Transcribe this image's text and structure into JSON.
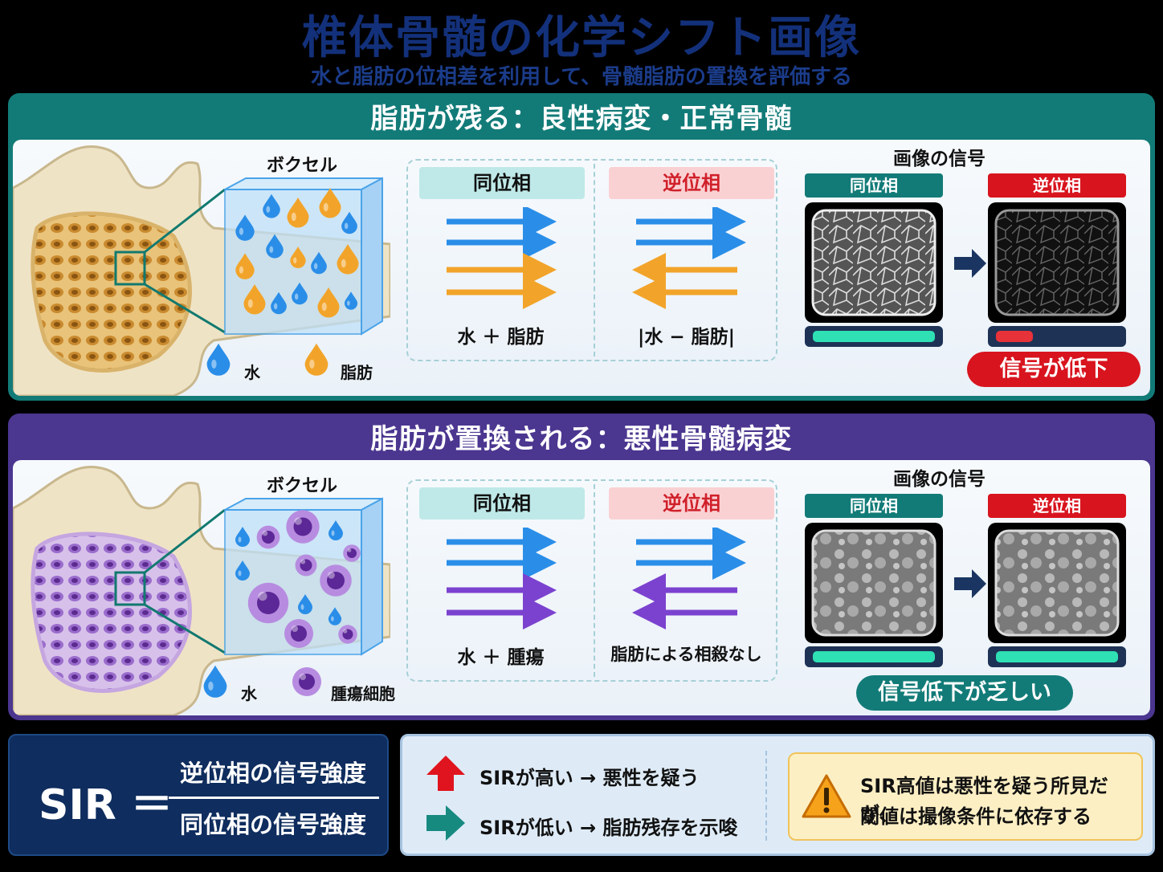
{
  "title": "椎体骨髄の化学シフト画像",
  "subtitle": "水と脂肪の位相差を利用して、骨髄脂肪の置換を評価する",
  "panels": [
    {
      "header": "脂肪が残る：良性病変・正常骨髄",
      "voxel_label": "ボクセル",
      "legend": [
        "水",
        "脂肪"
      ],
      "in_phase_label": "同位相",
      "opposed_phase_label": "逆位相",
      "in_phase_formula": "水 ＋ 脂肪",
      "opposed_phase_formula": "|水 − 脂肪|",
      "signal_title": "画像の信号",
      "signal_in_label": "同位相",
      "signal_op_label": "逆位相",
      "in_signal_level": 1.0,
      "op_signal_level": 0.3,
      "badge": "信号が低下"
    },
    {
      "header": "脂肪が置換される：悪性骨髄病変",
      "voxel_label": "ボクセル",
      "legend": [
        "水",
        "腫瘍細胞"
      ],
      "in_phase_label": "同位相",
      "opposed_phase_label": "逆位相",
      "in_phase_formula": "水 ＋ 腫瘍",
      "opposed_phase_formula": "脂肪による相殺なし",
      "signal_title": "画像の信号",
      "signal_in_label": "同位相",
      "signal_op_label": "逆位相",
      "in_signal_level": 1.0,
      "op_signal_level": 1.0,
      "badge": "信号低下が乏しい"
    }
  ],
  "sir": {
    "left": "SIR ＝",
    "numerator": "逆位相の信号強度",
    "denominator": "同位相の信号強度"
  },
  "interpretation": {
    "high": "SIRが高い → 悪性を疑う",
    "low": "SIRが低い → 脂肪残存を示唆",
    "warning_line1": "SIR高値は悪性を疑う所見だが、",
    "warning_line2": "閾値は撮像条件に依存する"
  },
  "colors": {
    "teal": "#127b78",
    "purple": "#4b3690",
    "red": "#d8141e",
    "water": "#2a8ee8",
    "fat": "#f2a42a",
    "tumor": "#8a4cc4",
    "navy": "#0f2d5e"
  },
  "icons": {
    "water": "water-drop-icon",
    "fat": "fat-drop-icon",
    "tumor": "tumor-cell-icon",
    "up": "red-up-arrow-icon",
    "right": "teal-right-arrow-icon",
    "warning": "warning-triangle-icon"
  }
}
